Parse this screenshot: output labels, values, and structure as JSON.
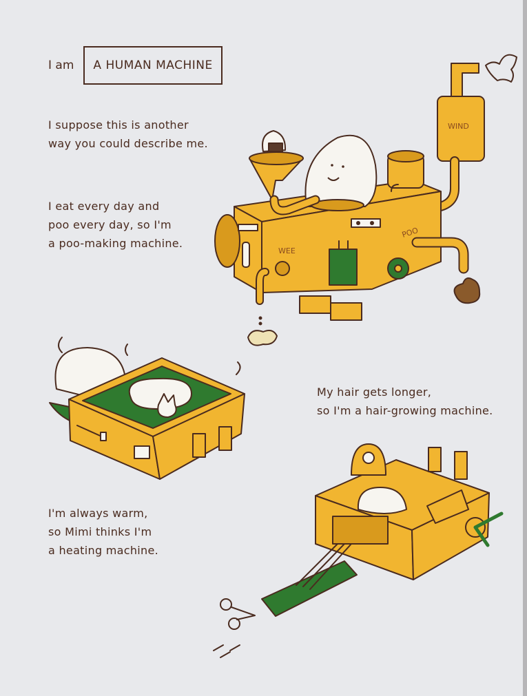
{
  "title": {
    "prefix": "I am",
    "boxed": "A HUMAN MACHINE"
  },
  "paragraphs": [
    "I suppose this is another\nway you could describe me.",
    "I eat every day and\npoo every day, so I'm\na poo-making machine.",
    "My hair gets longer,\nso I'm a hair-growing machine.",
    "I'm always warm,\nso Mimi thinks I'm\na heating machine."
  ],
  "machine_labels": {
    "wind": "WIND",
    "wee": "WEE",
    "poo": "POO"
  },
  "colors": {
    "page": "#e8e9ec",
    "ink": "#4a2b1f",
    "machine": "#f1b530",
    "machine_dark": "#d99a1d",
    "green": "#2f7a2f"
  }
}
